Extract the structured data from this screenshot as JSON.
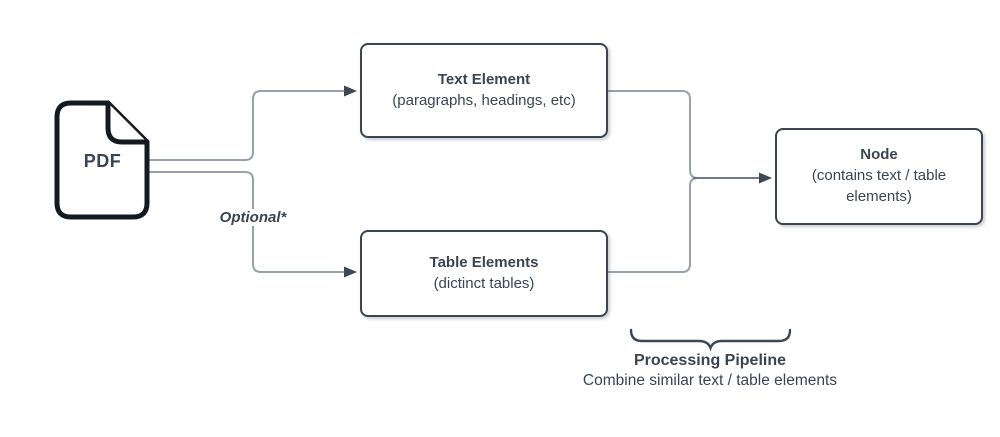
{
  "diagram": {
    "pdf": {
      "label": "PDF"
    },
    "optional_label": "Optional*",
    "boxes": {
      "text_element": {
        "title": "Text Element",
        "subtitle": "(paragraphs, headings, etc)"
      },
      "table_elements": {
        "title": "Table Elements",
        "subtitle": "(dictinct tables)"
      },
      "node": {
        "title": "Node",
        "subtitle": "(contains text / table elements)"
      }
    },
    "pipeline": {
      "title": "Processing Pipeline",
      "subtitle": "Combine similar text / table elements"
    }
  },
  "colors": {
    "text_dark": "#3b4452",
    "border_dark": "#3b4452",
    "line_gray": "#98a0ab",
    "line_dark": "#6f7887",
    "arrow_dark": "#3e4754",
    "icon_black": "#16191f",
    "bg": "#ffffff"
  }
}
